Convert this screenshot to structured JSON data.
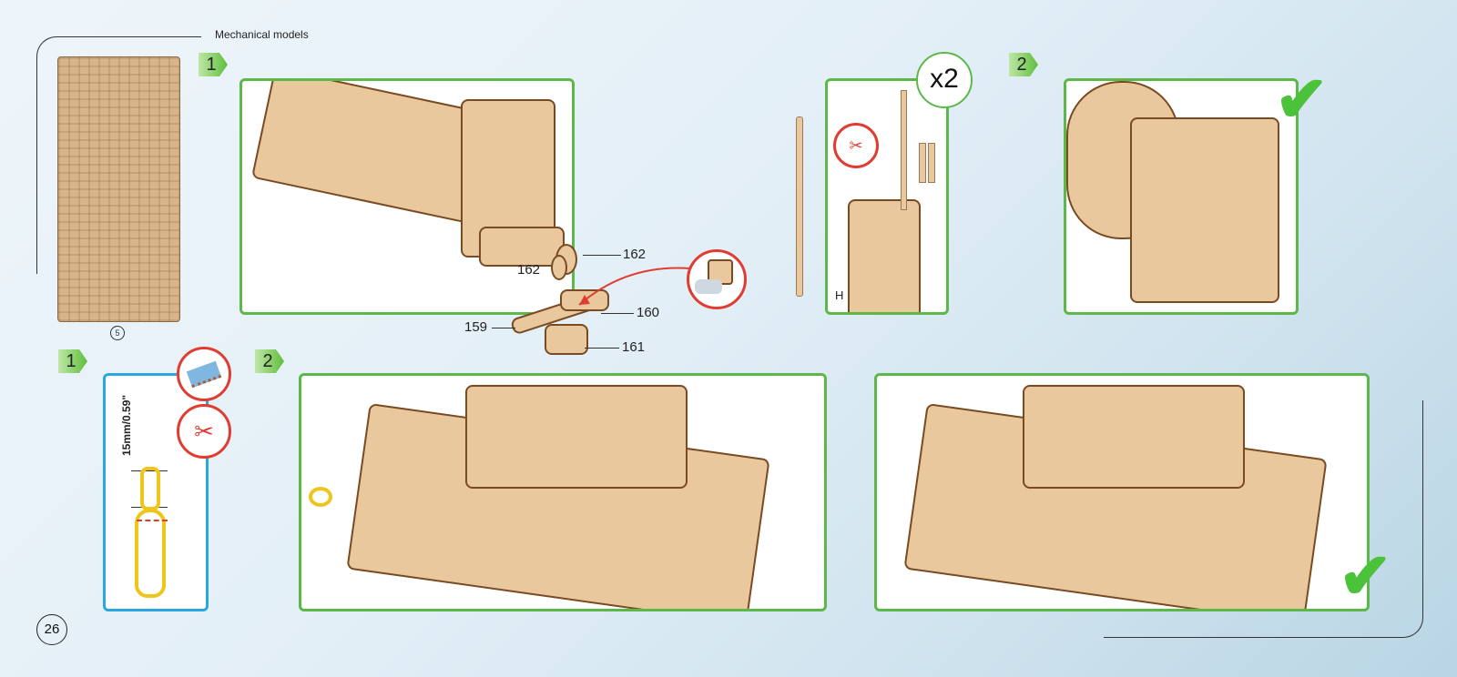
{
  "header": {
    "title": "Mechanical models"
  },
  "sheet": {
    "number": "5"
  },
  "steps": {
    "step1_top": "1",
    "step2_top": "2",
    "step1_bottom": "1",
    "step2_bottom": "2"
  },
  "parts": {
    "p162a": "162",
    "p162b": "162",
    "p160": "160",
    "p159": "159",
    "p161": "161"
  },
  "multiplier": "x2",
  "gauge_label": "H",
  "dimension": "15mm/0.59\"",
  "page_number": "26",
  "icons": {
    "check": "checkmark-icon",
    "glue": "glue-icon",
    "sandpaper": "sandpaper-icon",
    "scissors": "scissors-icon"
  },
  "colors": {
    "panel_green": "#5cb848",
    "panel_blue": "#2aa7e0",
    "badge_green": "#5fbf3c",
    "icon_red": "#e03c31",
    "wood": "#e8c89c"
  }
}
